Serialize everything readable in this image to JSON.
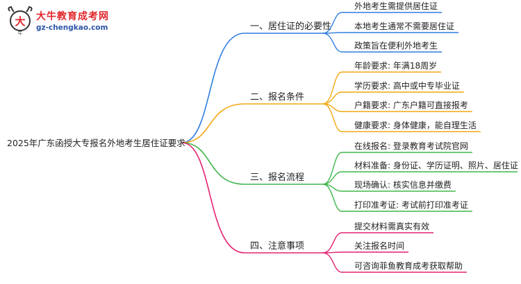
{
  "logo": {
    "icon": "cow-head-logo-icon",
    "name": "大牛教育成考网",
    "url": "gz-chengkao.com"
  },
  "mindmap": {
    "root": "2025年广东函授大专报名外地考生居住证要求",
    "branches": [
      {
        "label": "一、居住证的必要性",
        "color": "#2f7de1",
        "children": [
          "外地考生需提供居住证",
          "本地考生通常不需要居住证",
          "政策旨在便利外地考生"
        ]
      },
      {
        "label": "二、报名条件",
        "color": "#f3a712",
        "children": [
          "年龄要求: 年满18周岁",
          "学历要求: 高中或中专毕业证",
          "户籍要求: 广东户籍可直接报考",
          "健康要求: 身体健康，能自理生活"
        ]
      },
      {
        "label": "三、报名流程",
        "color": "#3fb54a",
        "children": [
          "在线报名: 登录教育考试院官网",
          "材料准备: 身份证、学历证明、照片、居住证",
          "现场确认: 核实信息并缴费",
          "打印准考证: 考试前打印准考证"
        ]
      },
      {
        "label": "四、注意事项",
        "color": "#e4216f",
        "children": [
          "提交材料需真实有效",
          "关注报名时间",
          "可咨询菲鱼教育成考获取帮助"
        ]
      }
    ]
  }
}
